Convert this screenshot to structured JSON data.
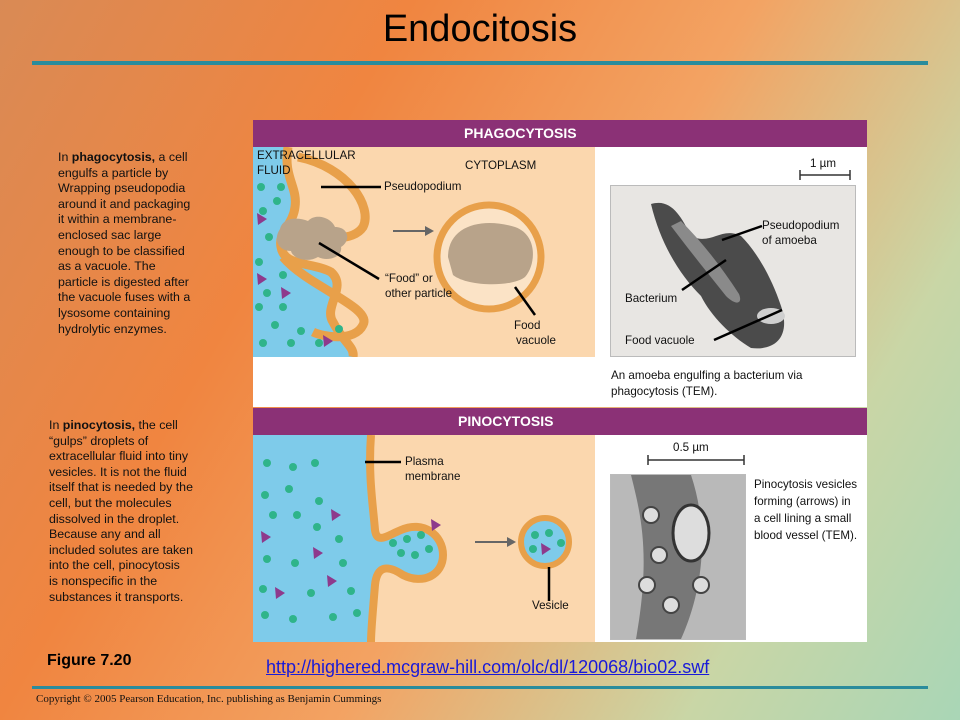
{
  "title": "Endocitosis",
  "phago": {
    "header": "PHAGOCYTOSIS",
    "text_lines": [
      "In phagocytosis, a cell",
      "engulfs a particle by",
      "Wrapping pseudopodia",
      "around it and packaging",
      "it within a membrane-",
      "enclosed sac large",
      "enough to be classified",
      "as a vacuole. The",
      "particle is digested after",
      "the vacuole fuses with a",
      "lysosome containing",
      "hydrolytic enzymes."
    ],
    "extracellular_line1": "EXTRACELLULAR",
    "extracellular_line2": "FLUID",
    "cytoplasm": "CYTOPLASM",
    "pseudopodium": "Pseudopodium",
    "food_line1": "“Food” or",
    "food_line2": "other particle",
    "vacuole_line1": "Food",
    "vacuole_line2": "vacuole",
    "scale": "1 µm",
    "pseudo_amoeba_line1": "Pseudopodium",
    "pseudo_amoeba_line2": "of amoeba",
    "bacterium": "Bacterium",
    "food_vacuole": "Food vacuole",
    "caption_line1": "An amoeba engulfing a bacterium via",
    "caption_line2": "phagocytosis (TEM)."
  },
  "pino": {
    "header": "PINOCYTOSIS",
    "text_lines": [
      "In pinocytosis, the cell",
      "“gulps” droplets of",
      "extracellular fluid into tiny",
      "vesicles. It is not the fluid",
      "itself that is needed by the",
      "cell, but the molecules",
      "dissolved in the droplet.",
      "Because any and all",
      "included solutes are taken",
      "into the cell, pinocytosis",
      "is nonspecific in the",
      "substances it transports."
    ],
    "plasma_line1": "Plasma",
    "plasma_line2": "membrane",
    "vesicle": "Vesicle",
    "scale": "0.5 µm",
    "caption_lines": [
      "Pinocytosis vesicles",
      "forming (arrows) in",
      "a cell lining a small",
      "blood vessel (TEM)."
    ]
  },
  "figure": "Figure 7.20",
  "url": "http://highered.mcgraw-hill.com/olc/dl/120068/bio02.swf",
  "copyright": "Copyright © 2005 Pearson Education, Inc. publishing as Benjamin Cummings",
  "colors": {
    "header_bar": "#8b3176",
    "rule": "#2a8c9c",
    "fluid": "#7ecbea",
    "cytoplasm": "#fbd7ae",
    "membrane": "#e8a04a",
    "molecule": "#2fb48a",
    "solute": "#8e3a8c"
  }
}
